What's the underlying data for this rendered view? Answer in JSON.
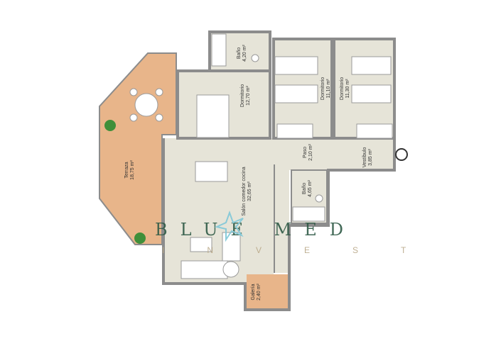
{
  "rooms": [
    {
      "id": "terraza",
      "name": "Terraza",
      "area": "18,75 m²"
    },
    {
      "id": "dormitorio1",
      "name": "Dormitorio",
      "area": "12,70 m²"
    },
    {
      "id": "bano1",
      "name": "Baño",
      "area": "4,20 m²"
    },
    {
      "id": "dormitorio2",
      "name": "Dormitorio",
      "area": "11,10 m²"
    },
    {
      "id": "dormitorio3",
      "name": "Dormitorio",
      "area": "11,30 m²"
    },
    {
      "id": "paso",
      "name": "Paso",
      "area": "2,10 m²"
    },
    {
      "id": "vestibulo",
      "name": "Vestíbulo",
      "area": "3,85 m²"
    },
    {
      "id": "bano2",
      "name": "Baño",
      "area": "4,65 m²"
    },
    {
      "id": "salon",
      "name": "Salón comedor cocina",
      "area": "32,65 m²"
    },
    {
      "id": "galeria",
      "name": "Galería",
      "area": "2,40 m²"
    }
  ],
  "watermark": {
    "line1": "BLUE MED",
    "line2": "INVEST"
  },
  "colors": {
    "floor": "#e6e4d8",
    "terrace": "#e8b58a",
    "wall": "#8c8c8c"
  }
}
